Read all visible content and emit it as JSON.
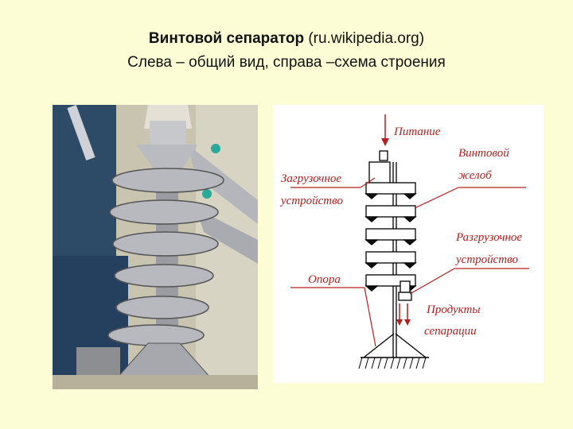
{
  "title": {
    "bold": "Винтовой сепаратор",
    "rest": " (ru.wikipedia.org)",
    "line2": "Слева – общий вид, справа –схема строения"
  },
  "photo": {
    "alt": "Общий вид винтового сепаратора"
  },
  "scheme": {
    "labels": {
      "feed": "Питание",
      "loader_1": "Загрузочное",
      "loader_2": "устройство",
      "chute_1": "Винтовой",
      "chute_2": "желоб",
      "unloader_1": "Разгрузочное",
      "unloader_2": "устройство",
      "support": "Опора",
      "products_1": "Продукты",
      "products_2": "сепарации"
    },
    "label_color": "#b32020"
  }
}
